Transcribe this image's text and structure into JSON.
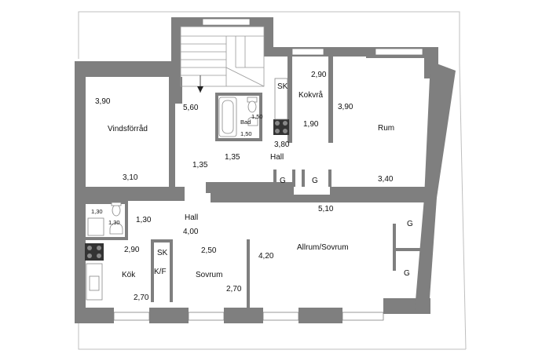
{
  "rooms": {
    "vindsforrad": "Vindsförråd",
    "hall_upper": "Hall",
    "kokvra": "Kokvrå",
    "rum": "Rum",
    "bad": "Bad",
    "hall_lower": "Hall",
    "kok": "Kök",
    "sovrum": "Sovrum",
    "allrum_sovrum": "Allrum/Sovrum"
  },
  "fixtures": {
    "sk_kokvra": "SK",
    "sk_hall": "SK",
    "kf": "K/F",
    "g1": "G",
    "g2": "G",
    "g3": "G",
    "g4": "G"
  },
  "dimensions": {
    "vind_390": "3,90",
    "vind_310": "3,10",
    "stair_560": "5,60",
    "hall_135a": "1,35",
    "hall_135b": "1,35",
    "bad_150a": "1,50",
    "bad_150b": "1,50",
    "kokvra_290": "2,90",
    "kokvra_190": "1,90",
    "hall_380": "3,80",
    "rum_390": "3,90",
    "rum_340": "3,40",
    "wc_130a": "1,30",
    "wc_130b": "1,30",
    "hall_130": "1,30",
    "hall_400": "4,00",
    "allrum_510": "5,10",
    "kok_290": "2,90",
    "kok_270": "2,70",
    "sovrum_250": "2,50",
    "sovrum_270": "2,70",
    "allrum_420": "4,20"
  }
}
